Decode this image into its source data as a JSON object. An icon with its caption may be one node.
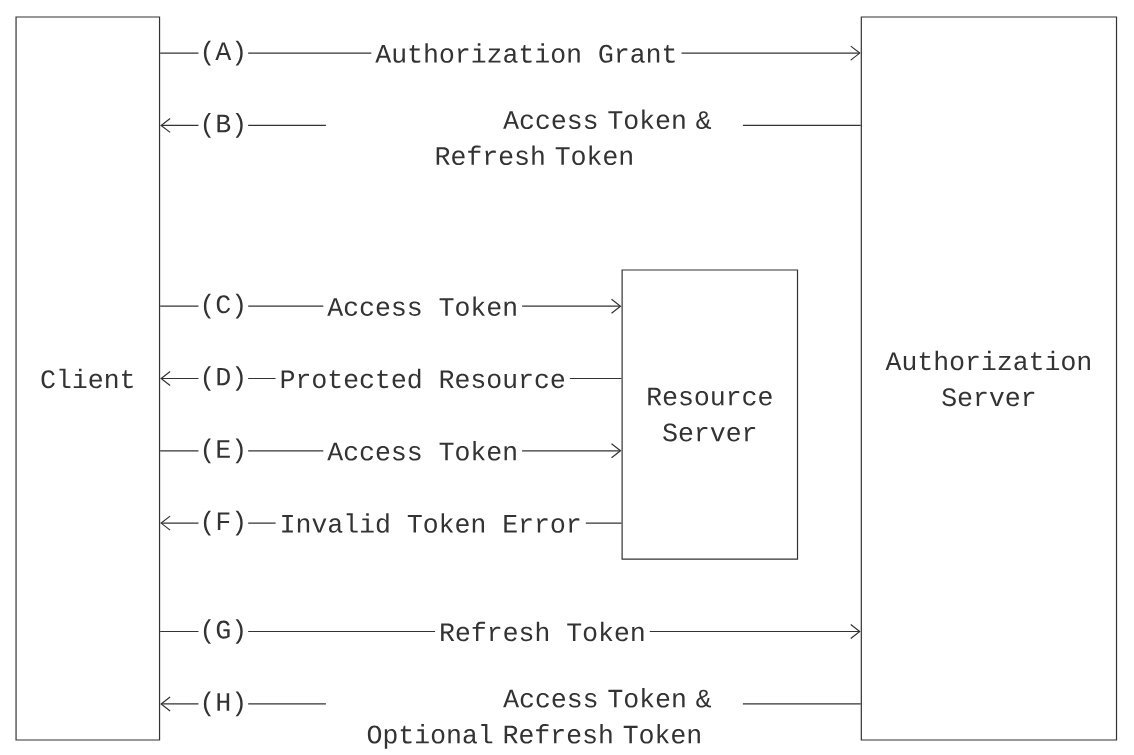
{
  "diagram": {
    "nodes": [
      {
        "text": [
          "Client"
        ]
      },
      {
        "text": [
          "Resource Server"
        ]
      },
      {
        "text": [
          "Authorization Server"
        ]
      }
    ],
    "edges": [
      {
        "from": 0,
        "to": 2,
        "arrow": "to",
        "label": "Authorization Grant"
      },
      {
        "from": 2,
        "to": 0,
        "arrow": "to",
        "label": "Access Token & Refresh Token"
      },
      {
        "from": 0,
        "to": 1,
        "arrow": "to",
        "label": "Access Token"
      },
      {
        "from": 1,
        "to": 0,
        "arrow": "to",
        "label": "Protected Resource"
      },
      {
        "from": 0,
        "to": 1,
        "arrow": "to",
        "label": "Access Token"
      },
      {
        "from": 1,
        "to": 0,
        "arrow": "to",
        "label": "Invalid Token Error"
      },
      {
        "from": 0,
        "to": 2,
        "arrow": "to",
        "label": "Refresh Token"
      },
      {
        "from": 2,
        "to": 0,
        "arrow": "to",
        "label": "Access Token & Optional Refresh Token"
      }
    ],
    "labels": [
      "(A)",
      "(B)",
      "(C)",
      "(D)",
      "(E)",
      "(F)",
      "(G)",
      "(H)"
    ]
  }
}
